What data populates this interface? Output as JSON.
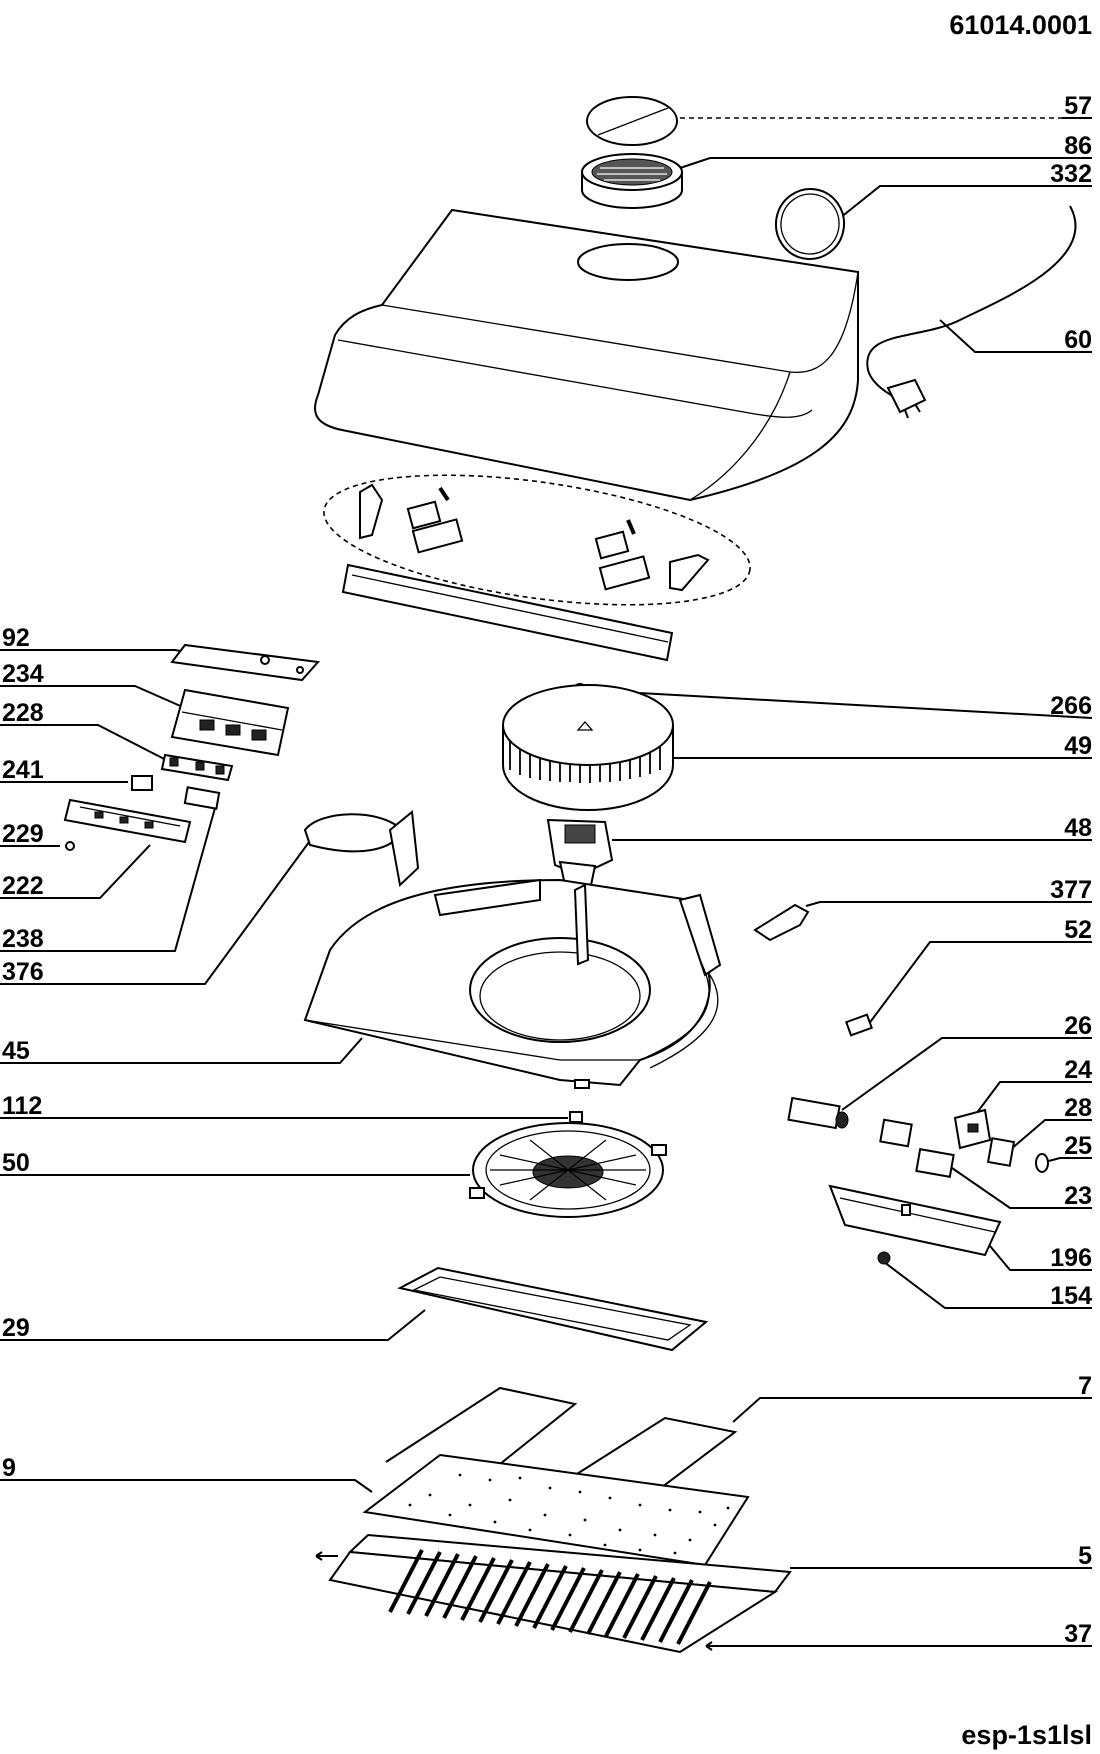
{
  "header": {
    "drawing_number": "61014.0001"
  },
  "footer": {
    "drawing_code": "esp-1s1lsl"
  },
  "callouts": {
    "p57": "57",
    "p86": "86",
    "p332": "332",
    "p60": "60",
    "p92": "92",
    "p234": "234",
    "p228": "228",
    "p241": "241",
    "p229": "229",
    "p222": "222",
    "p238": "238",
    "p376": "376",
    "p266": "266",
    "p49": "49",
    "p48": "48",
    "p377": "377",
    "p52": "52",
    "p45": "45",
    "p26": "26",
    "p24": "24",
    "p28": "28",
    "p25": "25",
    "p23": "23",
    "p112": "112",
    "p50": "50",
    "p196": "196",
    "p154": "154",
    "p29": "29",
    "p7": "7",
    "p9": "9",
    "p5": "5",
    "p37": "37"
  }
}
